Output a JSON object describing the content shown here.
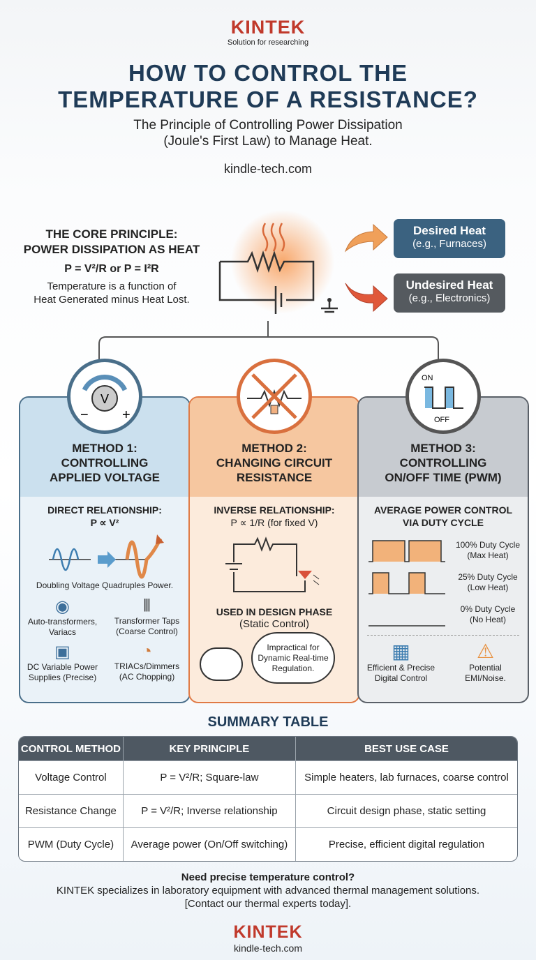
{
  "header": {
    "logo": "KINTEK",
    "tagline": "Solution for researching",
    "title_line1": "HOW TO CONTROL THE",
    "title_line2": "TEMPERATURE OF A RESISTANCE?",
    "subtitle_line1": "The Principle of Controlling Power Dissipation",
    "subtitle_line2": "(Joule's First Law) to Manage Heat.",
    "website": "kindle-tech.com"
  },
  "core": {
    "title_line1": "THE CORE PRINCIPLE:",
    "title_line2": "POWER DISSIPATION AS HEAT",
    "formula": "P = V²/R or P = I²R",
    "desc_line1": "Temperature is a function of",
    "desc_line2": "Heat Generated minus Heat Lost.",
    "desired": {
      "title": "Desired Heat",
      "example": "(e.g., Furnaces)"
    },
    "undesired": {
      "title": "Undesired Heat",
      "example": "(e.g., Electronics)"
    }
  },
  "methods": [
    {
      "title_line1": "METHOD 1:",
      "title_line2": "CONTROLLING",
      "title_line3": "APPLIED VOLTAGE",
      "icon_label": "V",
      "relation_line1": "DIRECT RELATIONSHIP:",
      "relation_line2": "P ∝ V²",
      "caption": "Doubling Voltage Quadruples Power.",
      "items": [
        {
          "line1": "Auto-transformers,",
          "line2": "Variacs"
        },
        {
          "line1": "Transformer Taps",
          "line2": "(Coarse Control)"
        },
        {
          "line1": "DC Variable Power",
          "line2": "Supplies (Precise)"
        },
        {
          "line1": "TRIACs/Dimmers",
          "line2": "(AC Chopping)"
        }
      ],
      "color": "#4a6f8a"
    },
    {
      "title_line1": "METHOD 2:",
      "title_line2": "CHANGING CIRCUIT",
      "title_line3": "RESISTANCE",
      "relation_line1": "INVERSE RELATIONSHIP:",
      "relation_line2": "P ∝ 1/R (for fixed V)",
      "phase_title": "USED IN DESIGN PHASE",
      "phase_sub": "(Static Control)",
      "bubble_line1": "Impractical for",
      "bubble_line2": "Dynamic Real-time",
      "bubble_line3": "Regulation.",
      "color": "#e07a45"
    },
    {
      "title_line1": "METHOD 3:",
      "title_line2": "CONTROLLING",
      "title_line3": "ON/OFF TIME (PWM)",
      "icon_on": "ON",
      "icon_off": "OFF",
      "relation_line1": "AVERAGE POWER CONTROL",
      "relation_line2": "VIA DUTY CYCLE",
      "duty": [
        {
          "label": "100% Duty Cycle",
          "note": "(Max Heat)",
          "value": 100
        },
        {
          "label": "25% Duty Cycle",
          "note": "(Low Heat)",
          "value": 25
        },
        {
          "label": "0% Duty Cycle",
          "note": "(No Heat)",
          "value": 0
        }
      ],
      "items": [
        {
          "line1": "Efficient & Precise",
          "line2": "Digital Control"
        },
        {
          "line1": "Potential",
          "line2": "EMI/Noise."
        }
      ],
      "color": "#5a6068"
    }
  ],
  "summary": {
    "title": "SUMMARY TABLE",
    "headers": [
      "CONTROL METHOD",
      "KEY PRINCIPLE",
      "BEST USE CASE"
    ],
    "rows": [
      [
        "Voltage Control",
        "P = V²/R; Square-law",
        "Simple heaters, lab furnaces, coarse control"
      ],
      [
        "Resistance Change",
        "P = V²/R; Inverse relationship",
        "Circuit design phase, static setting"
      ],
      [
        "PWM (Duty Cycle)",
        "Average power (On/Off switching)",
        "Precise, efficient digital regulation"
      ]
    ]
  },
  "footer": {
    "question": "Need precise temperature control?",
    "text": "KINTEK specializes in laboratory equipment with advanced thermal management solutions.",
    "cta": "[Contact our thermal experts today].",
    "logo": "KINTEK",
    "website": "kindle-tech.com"
  }
}
